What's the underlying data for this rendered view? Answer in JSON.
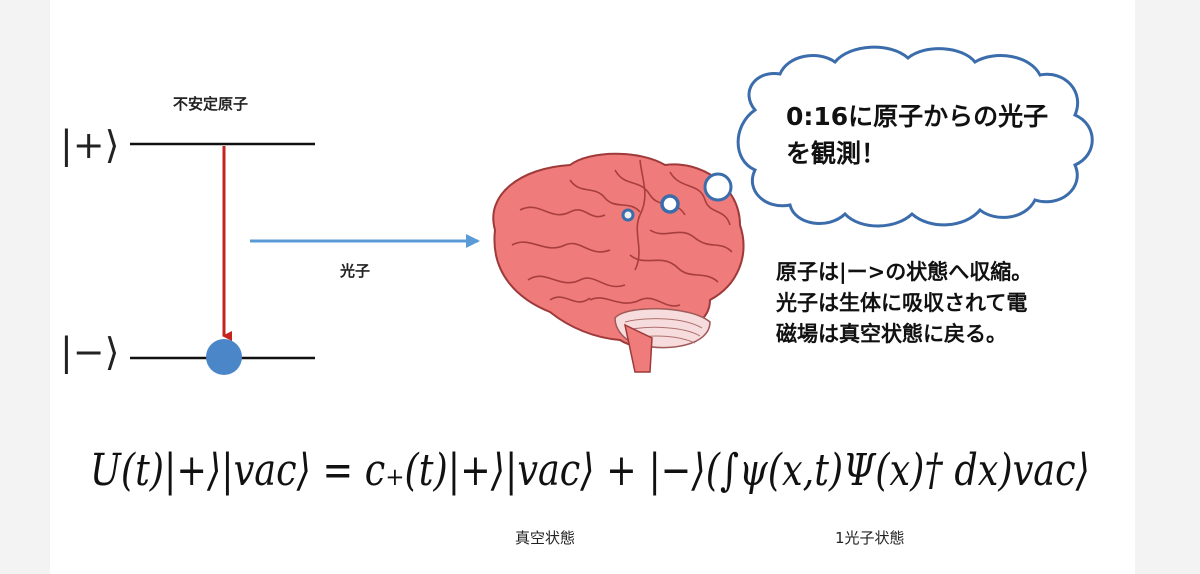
{
  "atom": {
    "title": "不安定原子",
    "upper_ket": "|+⟩",
    "lower_ket": "|−⟩"
  },
  "photon_label": "光子",
  "thought_bubble": {
    "line1": "0:16に原子からの光子",
    "line2": "を観測！"
  },
  "explanation": {
    "line1": "原子は|ー>の状態へ収縮。",
    "line2": "光子は生体に吸収されて電",
    "line3": "磁場は真空状態に戻る。"
  },
  "equation": {
    "text": "U(t)|+⟩|vac⟩ = c₊(t)|+⟩|vac⟩ + |−⟩(∫ψ(x,t)Ψ(x)† dx)vac⟩"
  },
  "labels": {
    "vacuum_state": "真空状態",
    "one_photon_state": "1光子状態"
  },
  "colors": {
    "decay_arrow": "#c8221e",
    "photon_arrow": "#5b9bd5",
    "electron": "#4a86c8",
    "brain_fill": "#ef7b7b",
    "cloud_stroke": "#3b6cab"
  }
}
